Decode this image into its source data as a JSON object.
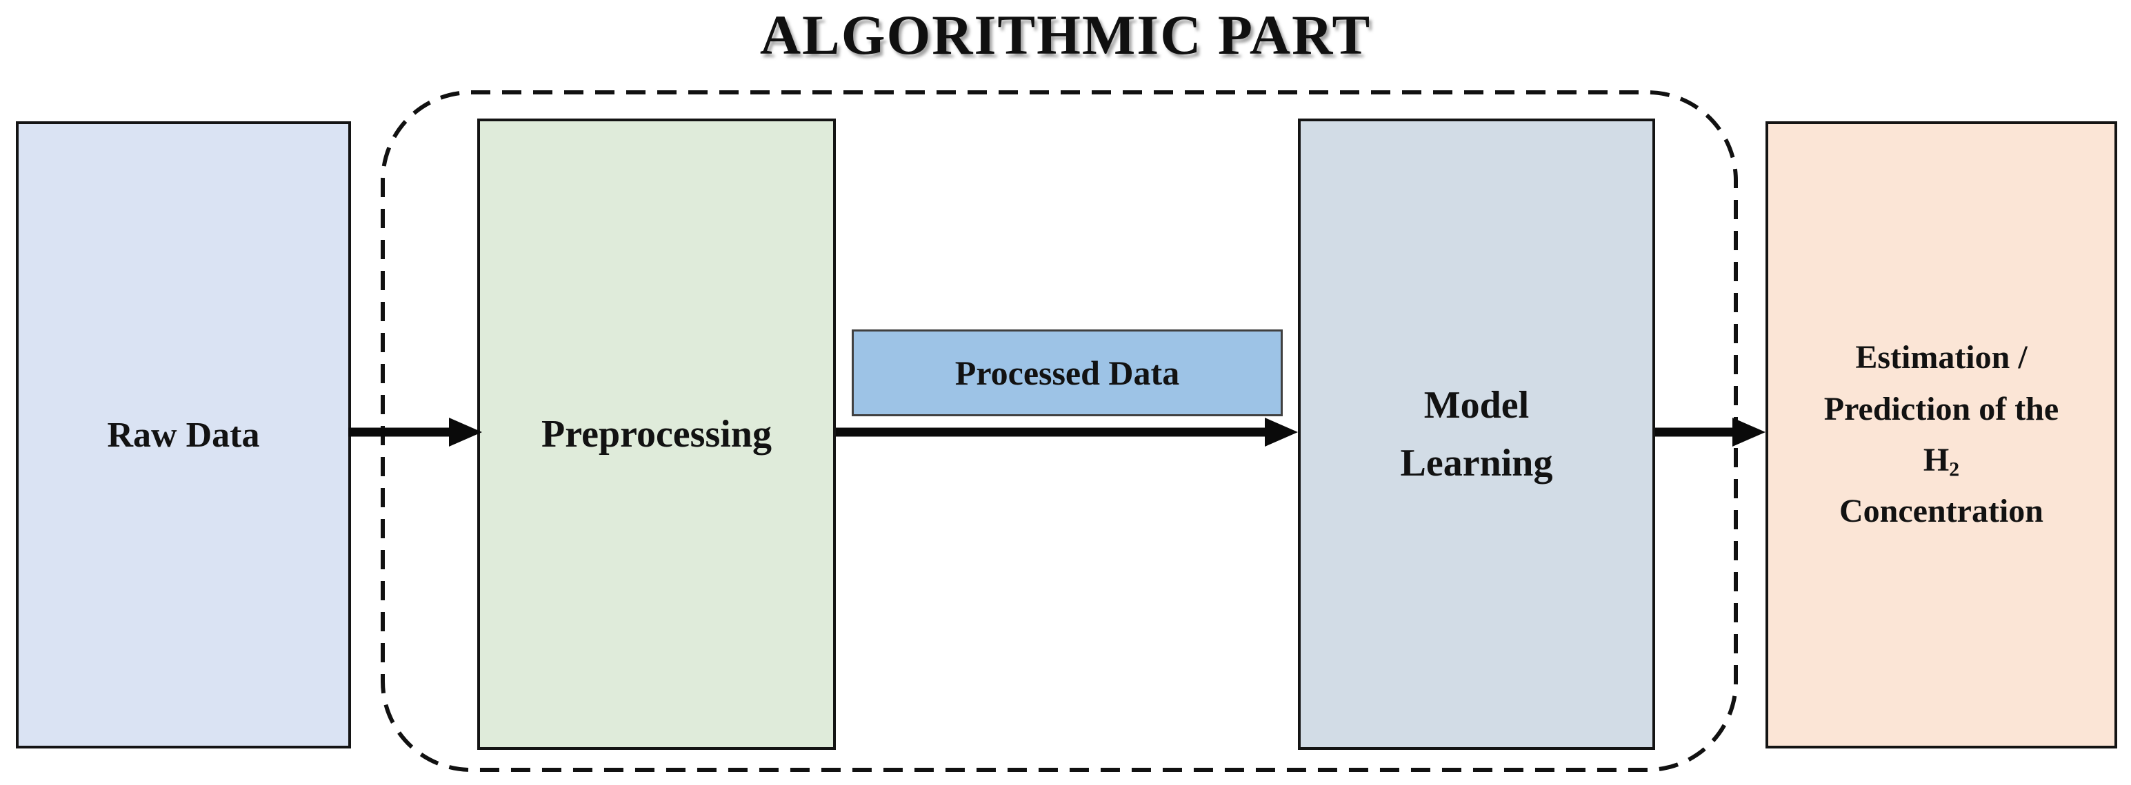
{
  "title": "ALGORITHMIC PART",
  "container": {
    "label": "ALGORITHMIC PART",
    "style": "dashed-rounded-rectangle"
  },
  "nodes": {
    "raw": {
      "label": "Raw Data"
    },
    "preprocessing": {
      "label": "Preprocessing"
    },
    "processed": {
      "label": "Processed Data"
    },
    "model": {
      "line1": "Model",
      "line2": "Learning"
    },
    "estimation": {
      "line1": "Estimation /",
      "line2": "Prediction of the",
      "line3_base": "H",
      "line3_sub": "2",
      "line4": "Concentration"
    }
  },
  "flow": [
    "Raw Data -> Preprocessing",
    "Preprocessing -> Model Learning (carries Processed Data)",
    "Model Learning -> Estimation / Prediction of the H2 Concentration"
  ],
  "colors": {
    "raw_fill": "#DAE3F3",
    "preprocessing_fill": "#DFEBDA",
    "model_fill": "#D2DCE6",
    "estimation_fill": "#FBE5D6",
    "processed_fill": "#9DC3E6",
    "processed_border": "#404040",
    "node_border": "#141414",
    "arrow": "#0a0a0a",
    "dashed_border": "#111111",
    "background": "#ffffff",
    "text": "#121212"
  }
}
